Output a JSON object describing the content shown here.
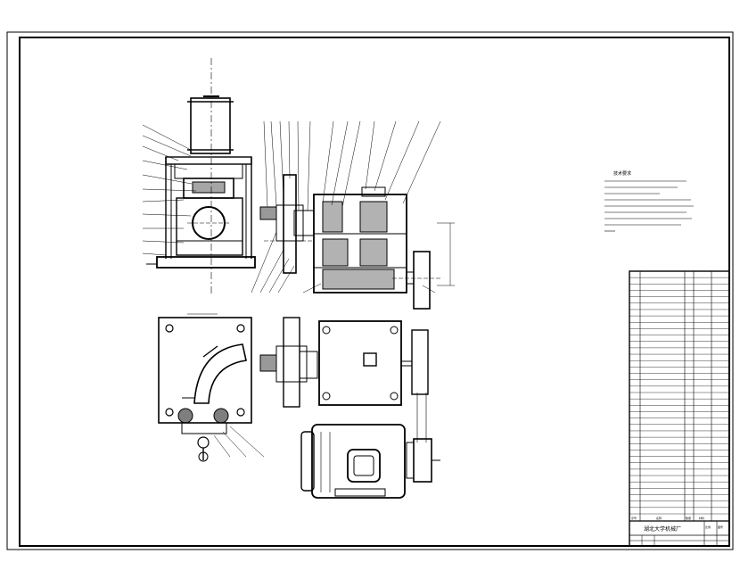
{
  "drawing": {
    "title_block": {
      "school": "湖北大学机械厂",
      "scale_label": "比例",
      "sheet_label": "图号"
    },
    "bom": {
      "header_no": "序号",
      "header_name": "名称",
      "header_qty": "数量",
      "header_material": "材料",
      "row_count": 38
    },
    "notes": {
      "heading": "技术要求",
      "line_count": 8
    },
    "views": [
      "main-assembly-view",
      "left-side-view",
      "bottom-plan-view",
      "gearbox-top-view",
      "motor-view"
    ],
    "colors": {
      "line": "#000000",
      "background": "#ffffff"
    }
  }
}
